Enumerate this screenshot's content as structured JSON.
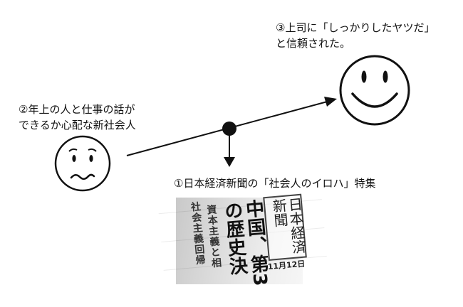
{
  "captions": {
    "step2": {
      "line1": "②年上の人と仕事の話が",
      "line2": "できるか心配な新社会人"
    },
    "step3": {
      "line1": "③上司に「しっかりしたヤツだ」",
      "line2": "と信頼された。"
    },
    "step1": {
      "line1": "①日本経済新聞の「社会人のイロハ」特集"
    }
  },
  "newspaper": {
    "masthead": "日本経済新聞",
    "headline": "中国、第3の歴史決",
    "subheads": [
      "社会主義回帰",
      "資本主義と相"
    ],
    "date": "11月12日"
  },
  "icons": {
    "worried_face": "worried-face-icon",
    "smiley_face": "smiley-face-icon",
    "junction_dot": "junction-dot-icon",
    "arrow_to_smiley": "arrow-head-icon",
    "arrow_down": "arrow-down-icon"
  },
  "colors": {
    "ink": "#111111",
    "background": "#ffffff"
  }
}
